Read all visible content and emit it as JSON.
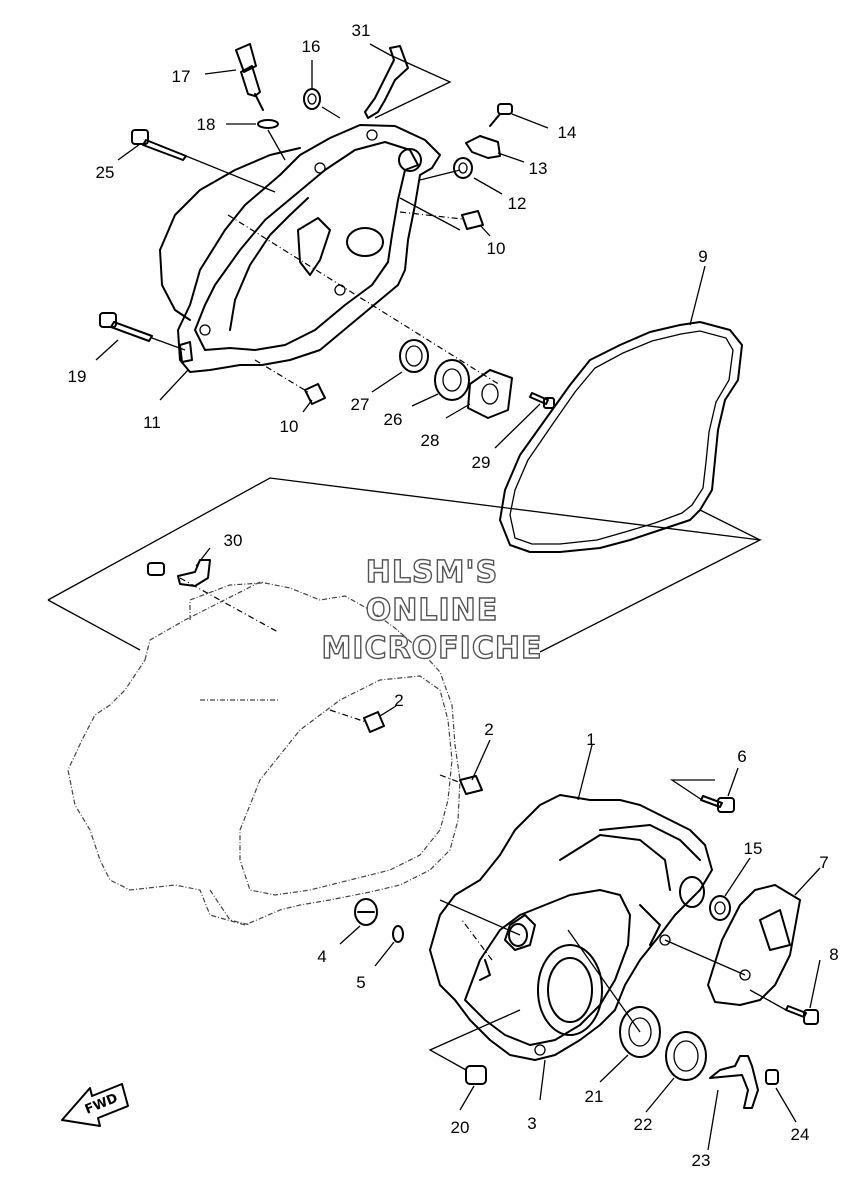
{
  "watermark": {
    "line1": "HLSM'S",
    "line2": "ONLINE",
    "line3": "MICROFICHE"
  },
  "fwd_label": "FWD",
  "callouts": {
    "c1": "1",
    "c2a": "2",
    "c2b": "2",
    "c3": "3",
    "c4": "4",
    "c5": "5",
    "c6": "6",
    "c7": "7",
    "c8": "8",
    "c9": "9",
    "c10a": "10",
    "c10b": "10",
    "c11": "11",
    "c12": "12",
    "c13": "13",
    "c14": "14",
    "c15": "15",
    "c16": "16",
    "c17": "17",
    "c18": "18",
    "c19": "19",
    "c20": "20",
    "c21": "21",
    "c22": "22",
    "c23": "23",
    "c24": "24",
    "c25": "25",
    "c26": "26",
    "c27": "27",
    "c28": "28",
    "c29": "29",
    "c30": "30",
    "c31": "31"
  }
}
